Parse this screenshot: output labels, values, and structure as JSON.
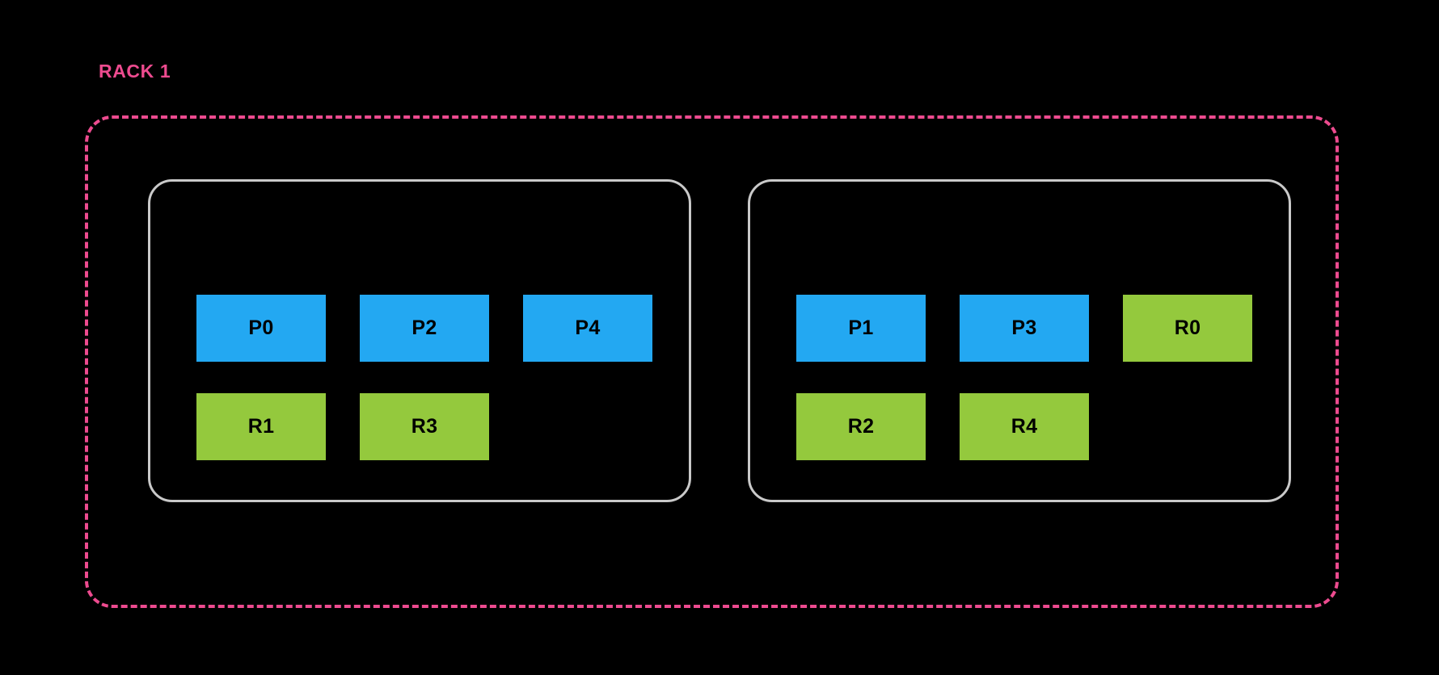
{
  "diagram": {
    "title": "RACK 1",
    "colors": {
      "background": "#000000",
      "rack_border": "#ED4B8F",
      "label": "#ED4B8F",
      "server_border": "#C9C9C9",
      "primary": "#23A8F2",
      "replica": "#94C93D",
      "unit_text": "#000000"
    },
    "rack": {
      "label": "RACK 1",
      "border_style": "dashed",
      "servers": [
        {
          "name": "server-1",
          "rows": [
            {
              "name": "primary-row",
              "units": [
                {
                  "label": "P0",
                  "kind": "primary"
                },
                {
                  "label": "P2",
                  "kind": "primary"
                },
                {
                  "label": "P4",
                  "kind": "primary"
                }
              ]
            },
            {
              "name": "replica-row",
              "units": [
                {
                  "label": "R1",
                  "kind": "replica"
                },
                {
                  "label": "R3",
                  "kind": "replica"
                }
              ]
            }
          ]
        },
        {
          "name": "server-2",
          "rows": [
            {
              "name": "primary-row",
              "units": [
                {
                  "label": "P1",
                  "kind": "primary"
                },
                {
                  "label": "P3",
                  "kind": "primary"
                },
                {
                  "label": "R0",
                  "kind": "replica"
                }
              ]
            },
            {
              "name": "replica-row",
              "units": [
                {
                  "label": "R2",
                  "kind": "replica"
                },
                {
                  "label": "R4",
                  "kind": "replica"
                }
              ]
            }
          ]
        }
      ]
    }
  }
}
